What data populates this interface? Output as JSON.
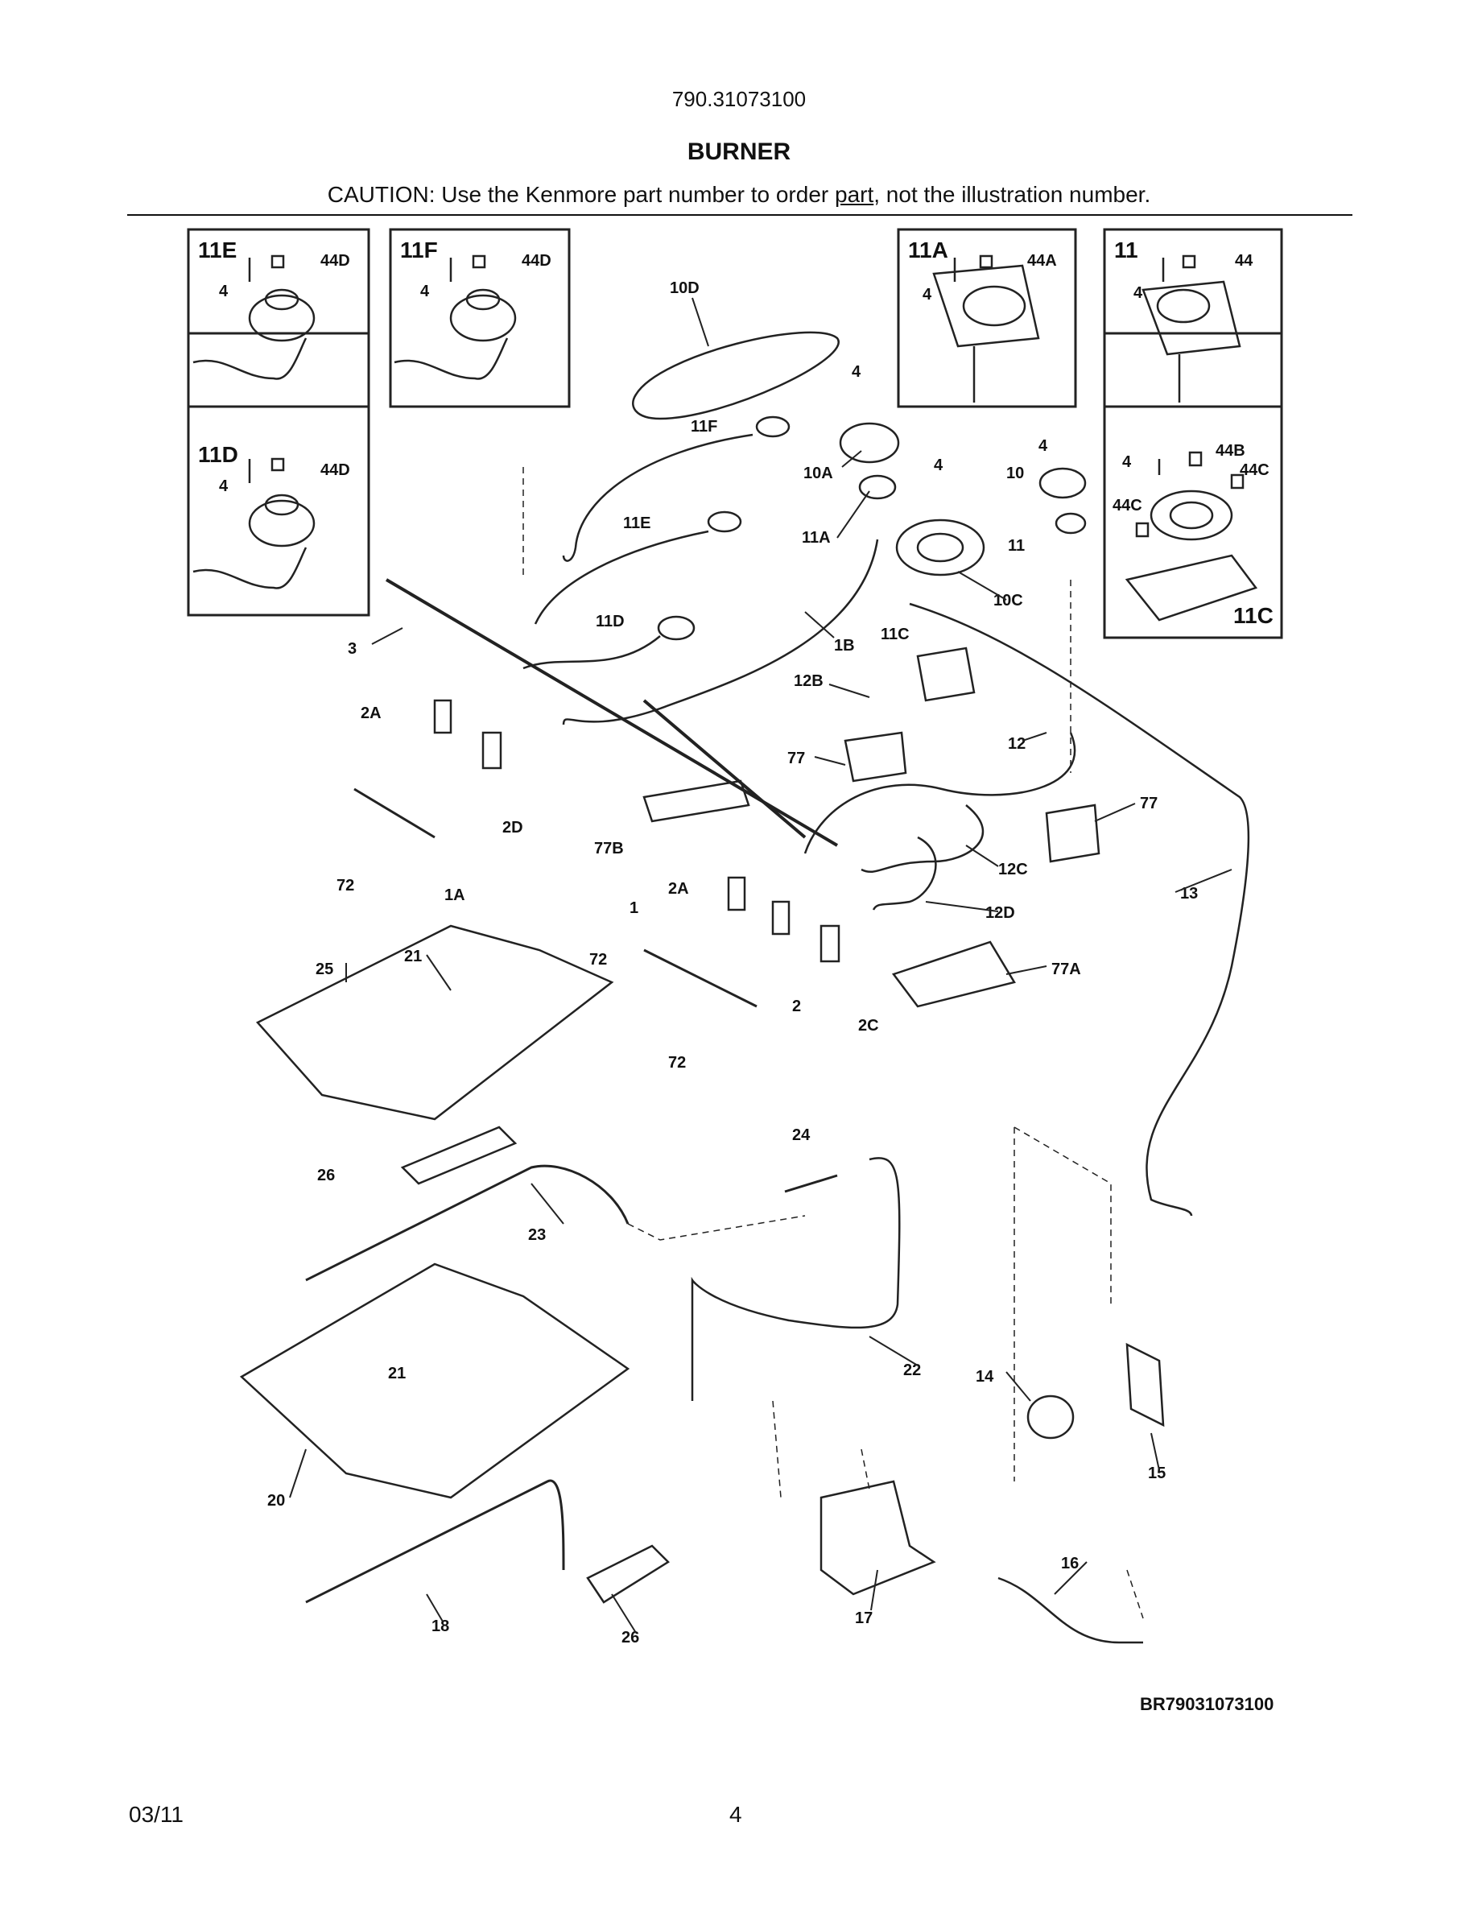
{
  "header": {
    "model_number": "790.31073100",
    "title": "BURNER",
    "caution_prefix": "CAUTION: Use the Kenmore part number to order ",
    "caution_link": "part",
    "caution_suffix": ", not the illustration number."
  },
  "insets": [
    {
      "id": "11E",
      "labels": [
        "4",
        "44D"
      ]
    },
    {
      "id": "11F",
      "labels": [
        "4",
        "44D"
      ]
    },
    {
      "id": "11A",
      "labels": [
        "4",
        "44A"
      ]
    },
    {
      "id": "11",
      "labels": [
        "4",
        "44"
      ]
    },
    {
      "id": "11D",
      "labels": [
        "4",
        "44D"
      ]
    },
    {
      "id": "11C",
      "labels": [
        "4",
        "44B",
        "44C",
        "44C"
      ]
    }
  ],
  "callouts": [
    "10D",
    "4",
    "11F",
    "10A",
    "4",
    "4",
    "10",
    "11E",
    "11A",
    "11",
    "10C",
    "11D",
    "1B",
    "11C",
    "3",
    "12B",
    "2A",
    "12",
    "77",
    "77",
    "2D",
    "12C",
    "77B",
    "72",
    "1A",
    "13",
    "12D",
    "2A",
    "1",
    "72",
    "77A",
    "25",
    "21",
    "2",
    "2C",
    "72",
    "24",
    "26",
    "23",
    "22",
    "14",
    "21",
    "15",
    "20",
    "16",
    "17",
    "18",
    "26"
  ],
  "diagram_code": "BR79031073100",
  "footer": {
    "date": "03/11",
    "page": "4"
  }
}
